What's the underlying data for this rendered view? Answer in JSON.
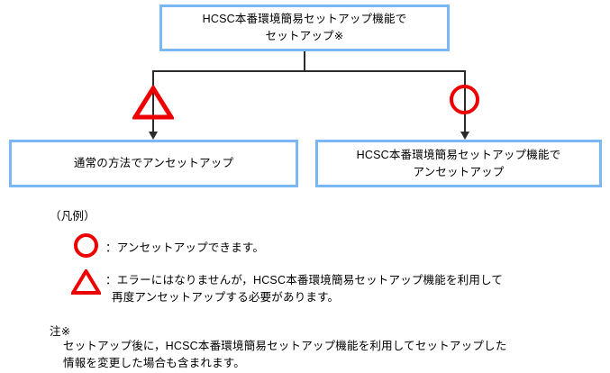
{
  "diagram": {
    "boxes": {
      "top": {
        "line1": "HCSC本番環境簡易セットアップ機能で",
        "line2": "セットアップ※"
      },
      "bottom_left": {
        "line1": "通常の方法でアンセットアップ"
      },
      "bottom_right": {
        "line1": "HCSC本番環境簡易セットアップ機能で",
        "line2": "アンセットアップ"
      }
    },
    "markers": {
      "triangle_branch": "warning-triangle",
      "circle_branch": "ok-circle"
    },
    "colors": {
      "box_border": "#7ab8f5",
      "marker_red": "#ee0000",
      "connector": "#2b2b2b",
      "background": "#ffffff",
      "text": "#000000"
    }
  },
  "legend": {
    "title": "（凡例）",
    "items": [
      {
        "icon": "ok-circle",
        "line1": "：アンセットアップできます。",
        "line2": ""
      },
      {
        "icon": "warning-triangle",
        "line1": "：エラーにはなりませんが，HCSC本番環境簡易セットアップ機能を利用して",
        "line2": "再度アンセットアップする必要があります。"
      }
    ]
  },
  "note": {
    "label": "注※",
    "line1": "セットアップ後に，HCSC本番環境簡易セットアップ機能を利用してセットアップした",
    "line2": "情報を変更した場合も含まれます。"
  }
}
